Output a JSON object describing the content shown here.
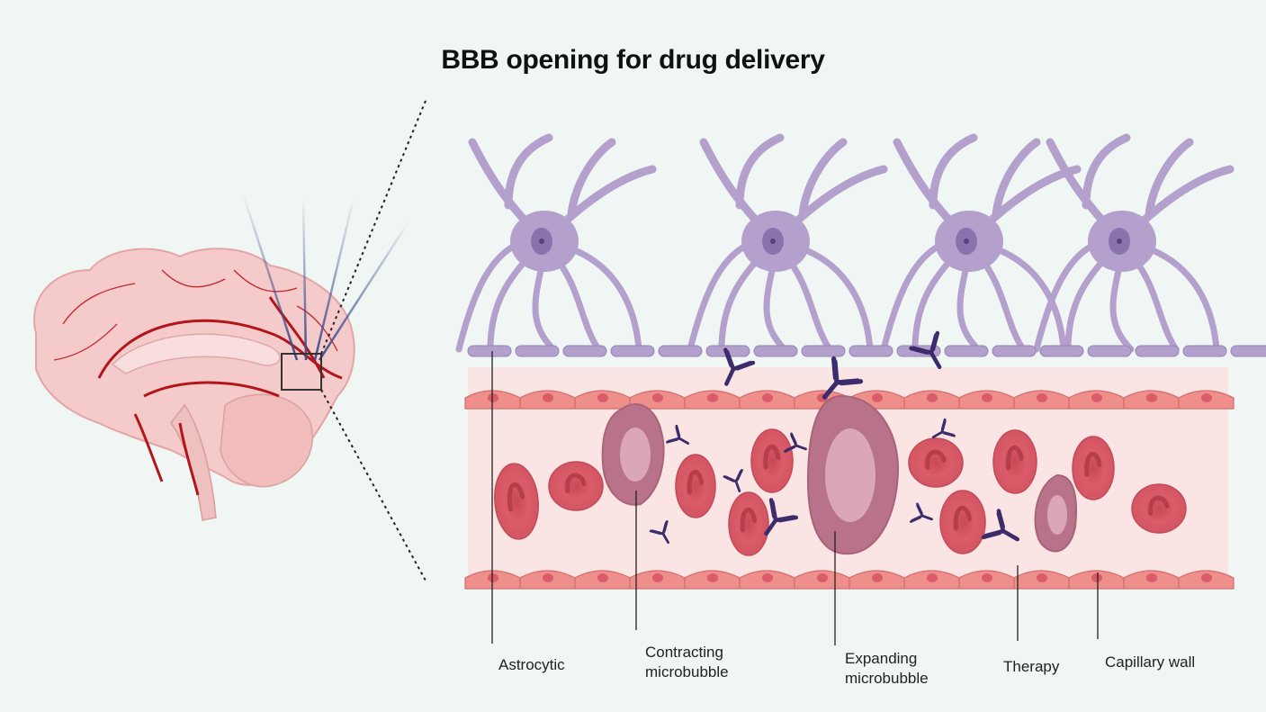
{
  "title": "BBB opening for drug delivery",
  "labels": {
    "astrocytic": "Astrocytic",
    "contracting": "Contracting\nmicrobubble",
    "expanding": "Expanding\nmicrobubble",
    "therapy": "Therapy",
    "capillary_wall": "Capillary wall"
  },
  "colors": {
    "background": "#eff6f3",
    "astrocyte": "#b4a0cc",
    "astrocyte_stroke": "#9683b5",
    "astrocyte_nucleus": "#8a72ad",
    "capillary_wall": "#ee8f8c",
    "capillary_lumen": "#fbe4e4",
    "red_blood_cell": "#d95c68",
    "microbubble": "#b8728a",
    "antibody": "#3d2c6b",
    "brain": "#f3c5c5",
    "vessel": "#b3161a",
    "ultrasound_beam": "#3e4f8c"
  }
}
